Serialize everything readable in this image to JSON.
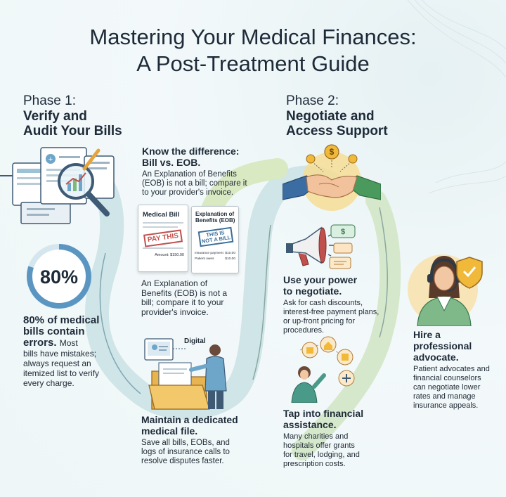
{
  "title": {
    "line1": "Mastering Your Medical Finances:",
    "line2": "A Post-Treatment Guide"
  },
  "phase1": {
    "label": "Phase 1:",
    "title_line1": "Verify and",
    "title_line2": "Audit Your Bills"
  },
  "phase2": {
    "label": "Phase 2:",
    "title_line1": "Negotiate and",
    "title_line2": "Access Support"
  },
  "stat": {
    "percent": "80%",
    "percent_value": 80,
    "heading_line1": "80% of medical",
    "heading_line2": "bills contain",
    "heading_line3": "errors.",
    "body_inline": "Most",
    "body_line1": "bills have mistakes;",
    "body_line2": "always request an",
    "body_line3": "itemized list to verify",
    "body_line4": "every charge."
  },
  "bill_vs_eob": {
    "heading_line1": "Know the difference:",
    "heading_line2": "Bill vs. EOB.",
    "body_line1": "An Explanation of Benefits",
    "body_line2": "(EOB) is not a bill; compare it",
    "body_line3": "to your provider's invoice.",
    "bill_card_title": "Medical Bill",
    "bill_stamp": "PAY THIS",
    "bill_amount": "Amount: $150.00",
    "eob_card_title_line1": "Explanation of",
    "eob_card_title_line2": "Benefits (EOB)",
    "eob_stamp_line1": "THIS IS",
    "eob_stamp_line2": "NOT A BILL",
    "eob_row1_label": "Insurance payment",
    "eob_row1_value": "$10.00",
    "eob_row2_label": "Patient owes",
    "eob_row2_value": "$10.00",
    "caption_line1": "An Explanation of",
    "caption_line2": "Benefits (EOB) is not a",
    "caption_line3": "bill; compare it to your",
    "caption_line4": "provider's invoice."
  },
  "medical_file": {
    "digital_label": "Digital",
    "heading_line1": "Maintain a dedicated",
    "heading_line2": "medical file.",
    "body_line1": "Save all bills, EOBs, and",
    "body_line2": "logs of insurance calls to",
    "body_line3": "resolve disputes faster."
  },
  "negotiate": {
    "heading_line1": "Use your power",
    "heading_line2": "to negotiate.",
    "body_line1": "Ask for cash discounts,",
    "body_line2": "interest-free payment plans,",
    "body_line3": "or up-front pricing for",
    "body_line4": "procedures."
  },
  "advocate": {
    "heading_line1": "Hire a",
    "heading_line2": "professional",
    "heading_line3": "advocate.",
    "body_line1": "Patient advocates and",
    "body_line2": "financial counselors",
    "body_line3": "can negotiate lower",
    "body_line4": "rates and manage",
    "body_line5": "insurance appeals."
  },
  "assistance": {
    "heading_line1": "Tap into financial",
    "heading_line2": "assistance.",
    "body_line1": "Many charities and",
    "body_line2": "hospitals offer grants",
    "body_line3": "for travel, lodging, and",
    "body_line4": "prescription costs."
  },
  "colors": {
    "accent_teal": "#8fc7cf",
    "accent_green": "#c7dfa8",
    "stamp_red": "#c0504d",
    "eob_blue": "#3a6e9a"
  }
}
